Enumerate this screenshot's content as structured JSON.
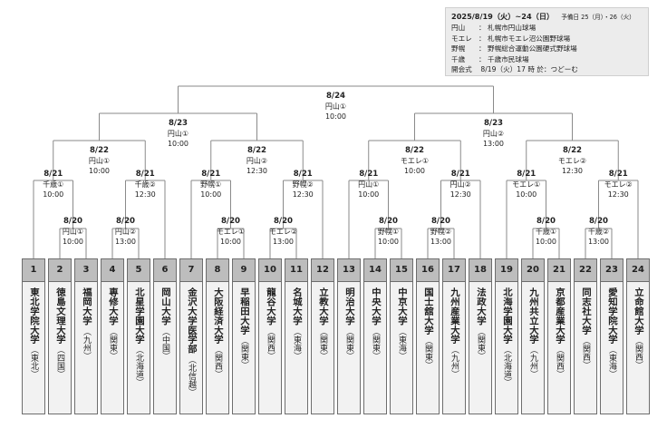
{
  "info": {
    "date": "2025/8/19（火）~24（日）",
    "note": "予備日 25（月）・26（火）",
    "rows": [
      {
        "key": "円山",
        "sep": "：",
        "val": "札幌市円山球場"
      },
      {
        "key": "モエレ",
        "sep": "：",
        "val": "札幌市モエレ沼公園野球場"
      },
      {
        "key": "野幌",
        "sep": "：",
        "val": "野幌総合運動公園硬式野球場"
      },
      {
        "key": "千歳",
        "sep": "：",
        "val": "千歳市民球場"
      },
      {
        "key": "開会式",
        "sep": "",
        "val": "8/19（火）17 時 於：つどーむ"
      }
    ]
  },
  "matches": {
    "final": {
      "date": "8/24",
      "venue": "円山①",
      "time": "10:00"
    },
    "sf_l": {
      "date": "8/23",
      "venue": "円山①",
      "time": "10:00"
    },
    "sf_r": {
      "date": "8/23",
      "venue": "円山②",
      "time": "13:00"
    },
    "qf1": {
      "date": "8/22",
      "venue": "円山①",
      "time": "10:00"
    },
    "qf2": {
      "date": "8/22",
      "venue": "円山②",
      "time": "12:30"
    },
    "qf3": {
      "date": "8/22",
      "venue": "モエレ①",
      "time": "10:00"
    },
    "qf4": {
      "date": "8/22",
      "venue": "モエレ②",
      "time": "12:30"
    },
    "r2_1": {
      "date": "8/21",
      "venue": "千歳①",
      "time": "10:00"
    },
    "r2_2": {
      "date": "8/21",
      "venue": "千歳②",
      "time": "12:30"
    },
    "r2_3": {
      "date": "8/21",
      "venue": "野幌①",
      "time": "10:00"
    },
    "r2_4": {
      "date": "8/21",
      "venue": "野幌②",
      "time": "12:30"
    },
    "r2_5": {
      "date": "8/21",
      "venue": "円山①",
      "time": "10:00"
    },
    "r2_6": {
      "date": "8/21",
      "venue": "円山②",
      "time": "12:30"
    },
    "r2_7": {
      "date": "8/21",
      "venue": "モエレ①",
      "time": "10:00"
    },
    "r2_8": {
      "date": "8/21",
      "venue": "モエレ②",
      "time": "12:30"
    },
    "r1_1": {
      "date": "8/20",
      "venue": "円山①",
      "time": "10:00"
    },
    "r1_2": {
      "date": "8/20",
      "venue": "円山②",
      "time": "13:00"
    },
    "r1_3": {
      "date": "8/20",
      "venue": "モエレ①",
      "time": "10:00"
    },
    "r1_4": {
      "date": "8/20",
      "venue": "モエレ②",
      "time": "13:00"
    },
    "r1_5": {
      "date": "8/20",
      "venue": "野幌①",
      "time": "10:00"
    },
    "r1_6": {
      "date": "8/20",
      "venue": "野幌②",
      "time": "13:00"
    },
    "r1_7": {
      "date": "8/20",
      "venue": "千歳①",
      "time": "10:00"
    },
    "r1_8": {
      "date": "8/20",
      "venue": "千歳②",
      "time": "13:00"
    }
  },
  "teams": [
    {
      "num": "1",
      "name": "東北学院大学",
      "conf": "（東北）"
    },
    {
      "num": "2",
      "name": "徳島文理大学",
      "conf": "（四国）"
    },
    {
      "num": "3",
      "name": "福岡大学",
      "conf": "（九州）"
    },
    {
      "num": "4",
      "name": "専修大学",
      "conf": "（関東）"
    },
    {
      "num": "5",
      "name": "北星学園大学",
      "conf": "（北海道）"
    },
    {
      "num": "6",
      "name": "岡山大学",
      "conf": "（中国）"
    },
    {
      "num": "7",
      "name": "金沢大学医学部",
      "conf": "（北信越）"
    },
    {
      "num": "8",
      "name": "大阪経済大学",
      "conf": "（関西）"
    },
    {
      "num": "9",
      "name": "早稲田大学",
      "conf": "（関東）"
    },
    {
      "num": "10",
      "name": "龍谷大学",
      "conf": "（関西）"
    },
    {
      "num": "11",
      "name": "名城大学",
      "conf": "（東海）"
    },
    {
      "num": "12",
      "name": "立教大学",
      "conf": "（関東）"
    },
    {
      "num": "13",
      "name": "明治大学",
      "conf": "（関東）"
    },
    {
      "num": "14",
      "name": "中央大学",
      "conf": "（関東）"
    },
    {
      "num": "15",
      "name": "中京大学",
      "conf": "（東海）"
    },
    {
      "num": "16",
      "name": "国士舘大学",
      "conf": "（関東）"
    },
    {
      "num": "17",
      "name": "九州産業大学",
      "conf": "（九州）"
    },
    {
      "num": "18",
      "name": "法政大学",
      "conf": "（関東）"
    },
    {
      "num": "19",
      "name": "北海学園大学",
      "conf": "（北海道）"
    },
    {
      "num": "20",
      "name": "九州共立大学",
      "conf": "（九州）"
    },
    {
      "num": "21",
      "name": "京都産業大学",
      "conf": "（関西）"
    },
    {
      "num": "22",
      "name": "同志社大学",
      "conf": "（関西）"
    },
    {
      "num": "23",
      "name": "愛知学院大学",
      "conf": "（東海）"
    },
    {
      "num": "24",
      "name": "立命館大学",
      "conf": "（関西）"
    }
  ]
}
